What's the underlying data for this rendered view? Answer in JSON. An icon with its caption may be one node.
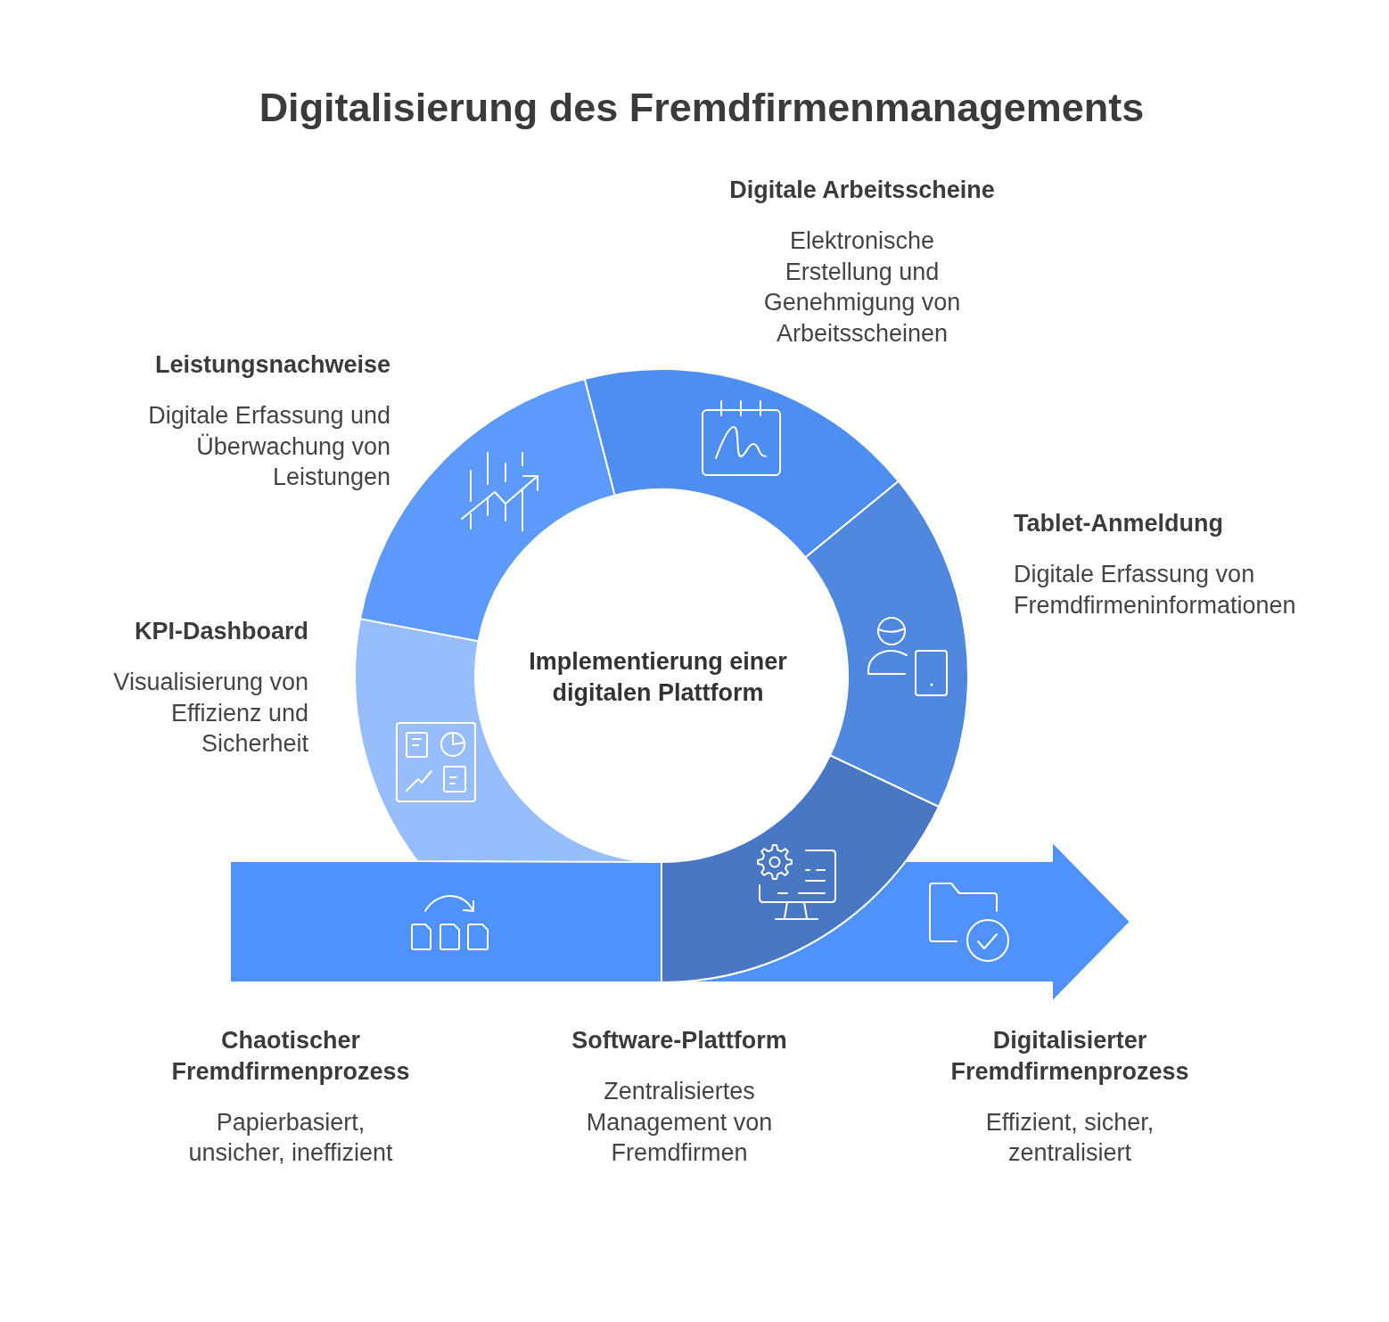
{
  "diagram": {
    "title": "Digitalisierung des Fremdfirmenmanagements",
    "nodes": [
      {
        "text": [
          "Chaotischer Fremdfirmenprozess",
          "Papierbasiert, unsicher, ineffizient"
        ]
      },
      {
        "text": [
          "Implementierung einer digitalen Plattform"
        ]
      },
      {
        "text": [
          "KPI-Dashboard",
          "Visualisierung von Effizienz und Sicherheit"
        ]
      },
      {
        "text": [
          "Leistungsnachweise",
          "Digitale Erfassung und Überwachung von Leistungen"
        ]
      },
      {
        "text": [
          "Digitale Arbeitsscheine",
          "Elektronische Erstellung und Genehmigung von Arbeitsscheinen"
        ]
      },
      {
        "text": [
          "Tablet-Anmeldung",
          "Digitale Erfassung von Fremdfirmeninformationen"
        ]
      },
      {
        "text": [
          "Software-Plattform",
          "Zentralisiertes Management von Fremdfirmen"
        ]
      },
      {
        "text": [
          "Digitalisierter Fremdfirmenprozess",
          "Effizient, sicher, zentralisiert"
        ]
      }
    ]
  }
}
